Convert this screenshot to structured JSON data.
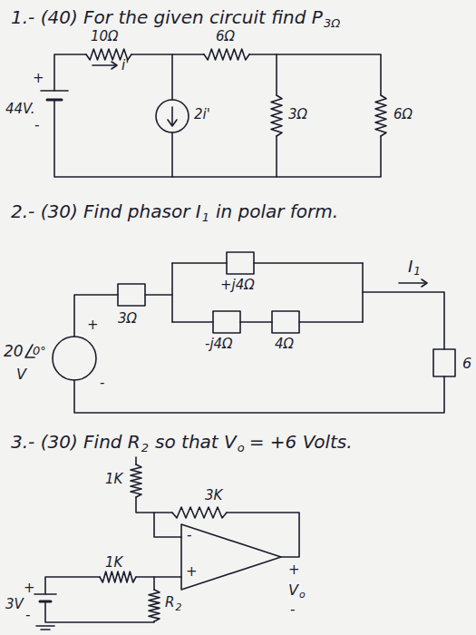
{
  "diagram": {
    "labels": [
      "1.- (40) For the given circuit find P",
      "3Ω",
      "10Ω",
      "6Ω",
      "i'",
      "+",
      "44V.",
      "-",
      "2i'",
      "3Ω",
      "6Ω",
      "2.- (30) Find phasor I",
      "1",
      "in polar form.",
      "+j4Ω",
      "3Ω",
      "I",
      "1",
      "20",
      "0°",
      "V",
      "+",
      "-",
      "-j4Ω",
      "4Ω",
      "6",
      "3.- (30) Find R",
      "2",
      "so that V",
      "o",
      "= +6 Volts.",
      "1K",
      "3K",
      "-",
      "+",
      "1K",
      "+",
      "3V",
      "-",
      "R",
      "2",
      "+",
      "V",
      "o",
      "-"
    ]
  }
}
